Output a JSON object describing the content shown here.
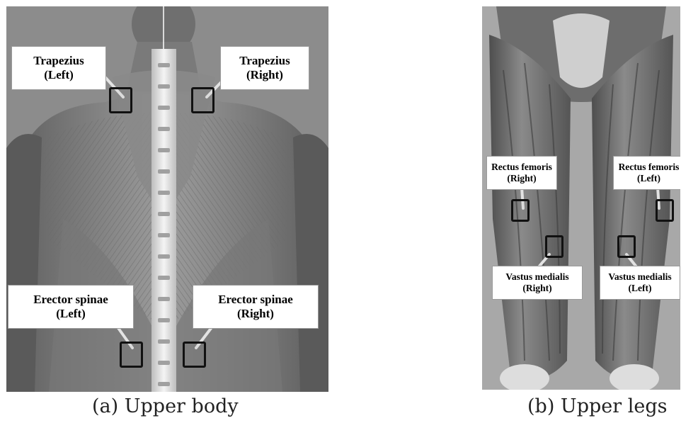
{
  "panels": {
    "a": {
      "caption": "(a) Upper body",
      "labels": {
        "trapezius_left": {
          "name": "Trapezius",
          "side": "(Left)"
        },
        "trapezius_right": {
          "name": "Trapezius",
          "side": "(Right)"
        },
        "erector_left": {
          "name": "Erector spinae",
          "side": "(Left)"
        },
        "erector_right": {
          "name": "Erector spinae",
          "side": "(Right)"
        }
      }
    },
    "b": {
      "caption": "(b) Upper legs",
      "labels": {
        "rectus_right": {
          "name": "Rectus femoris",
          "side": "(Right)"
        },
        "rectus_left": {
          "name": "Rectus femoris",
          "side": "(Left)"
        },
        "vastus_right": {
          "name": "Vastus medialis",
          "side": "(Right)"
        },
        "vastus_left": {
          "name": "Vastus medialis",
          "side": "(Left)"
        }
      }
    }
  },
  "colors": {
    "background": "#ffffff",
    "muscle": "#7a7a7a",
    "sensor_border": "#111111",
    "leader_line": "#e0e0e0"
  }
}
